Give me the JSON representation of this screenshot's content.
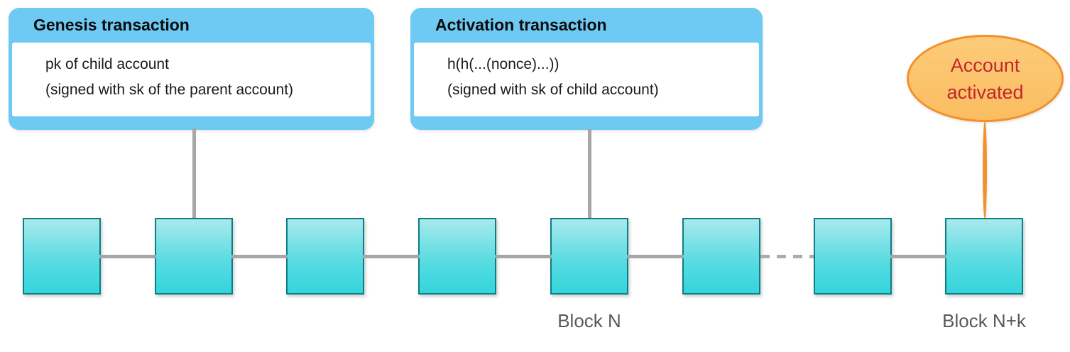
{
  "diagram": {
    "genesis_callout": {
      "title": "Genesis transaction",
      "body_line1": "pk of child account",
      "body_line2": "(signed with sk of the parent account)"
    },
    "activation_callout": {
      "title": "Activation transaction",
      "body_line1": "h(h(...(nonce)...))",
      "body_line2": "(signed with sk of child account)"
    },
    "account_status": {
      "label": "Account activated"
    },
    "chain": {
      "blocks": [
        {
          "label": ""
        },
        {
          "label": ""
        },
        {
          "label": ""
        },
        {
          "label": ""
        },
        {
          "label": "Block N"
        },
        {
          "label": ""
        },
        {
          "label": ""
        },
        {
          "label": "Block N+k"
        }
      ],
      "connectors": [
        "solid",
        "solid",
        "solid",
        "solid",
        "solid",
        "dashed",
        "solid"
      ]
    },
    "colors": {
      "callout_blue": "#6EC9F3",
      "block_gradient_top": "#A9E9ED",
      "block_gradient_bottom": "#33D5DC",
      "block_border": "#117C84",
      "connector_gray": "#A6A6A6",
      "label_gray": "#595959",
      "ellipse_fill": "#FBC46C",
      "ellipse_border": "#F2912B",
      "ellipse_text": "#C1272D"
    }
  }
}
